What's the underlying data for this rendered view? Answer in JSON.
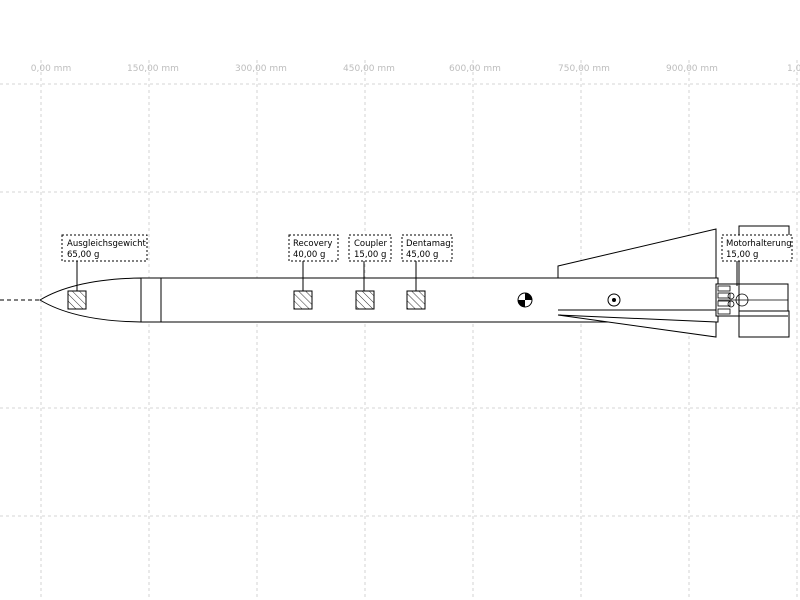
{
  "ruler": {
    "labels": [
      "0,00 mm",
      "150,00 mm",
      "300,00 mm",
      "450,00 mm",
      "600,00 mm",
      "750,00 mm",
      "900,00 mm",
      "1,0"
    ]
  },
  "masses": [
    {
      "name": "Ausgleichsgewicht",
      "mass": "65,00 g"
    },
    {
      "name": "Recovery",
      "mass": "40,00 g"
    },
    {
      "name": "Coupler",
      "mass": "15,00 g"
    },
    {
      "name": "Dentamag",
      "mass": "45,00 g"
    },
    {
      "name": "Motorhalterung",
      "mass": "15,00 g"
    }
  ],
  "symbols": {
    "cg": "center-of-gravity-icon",
    "cp": "center-of-pressure-icon"
  }
}
